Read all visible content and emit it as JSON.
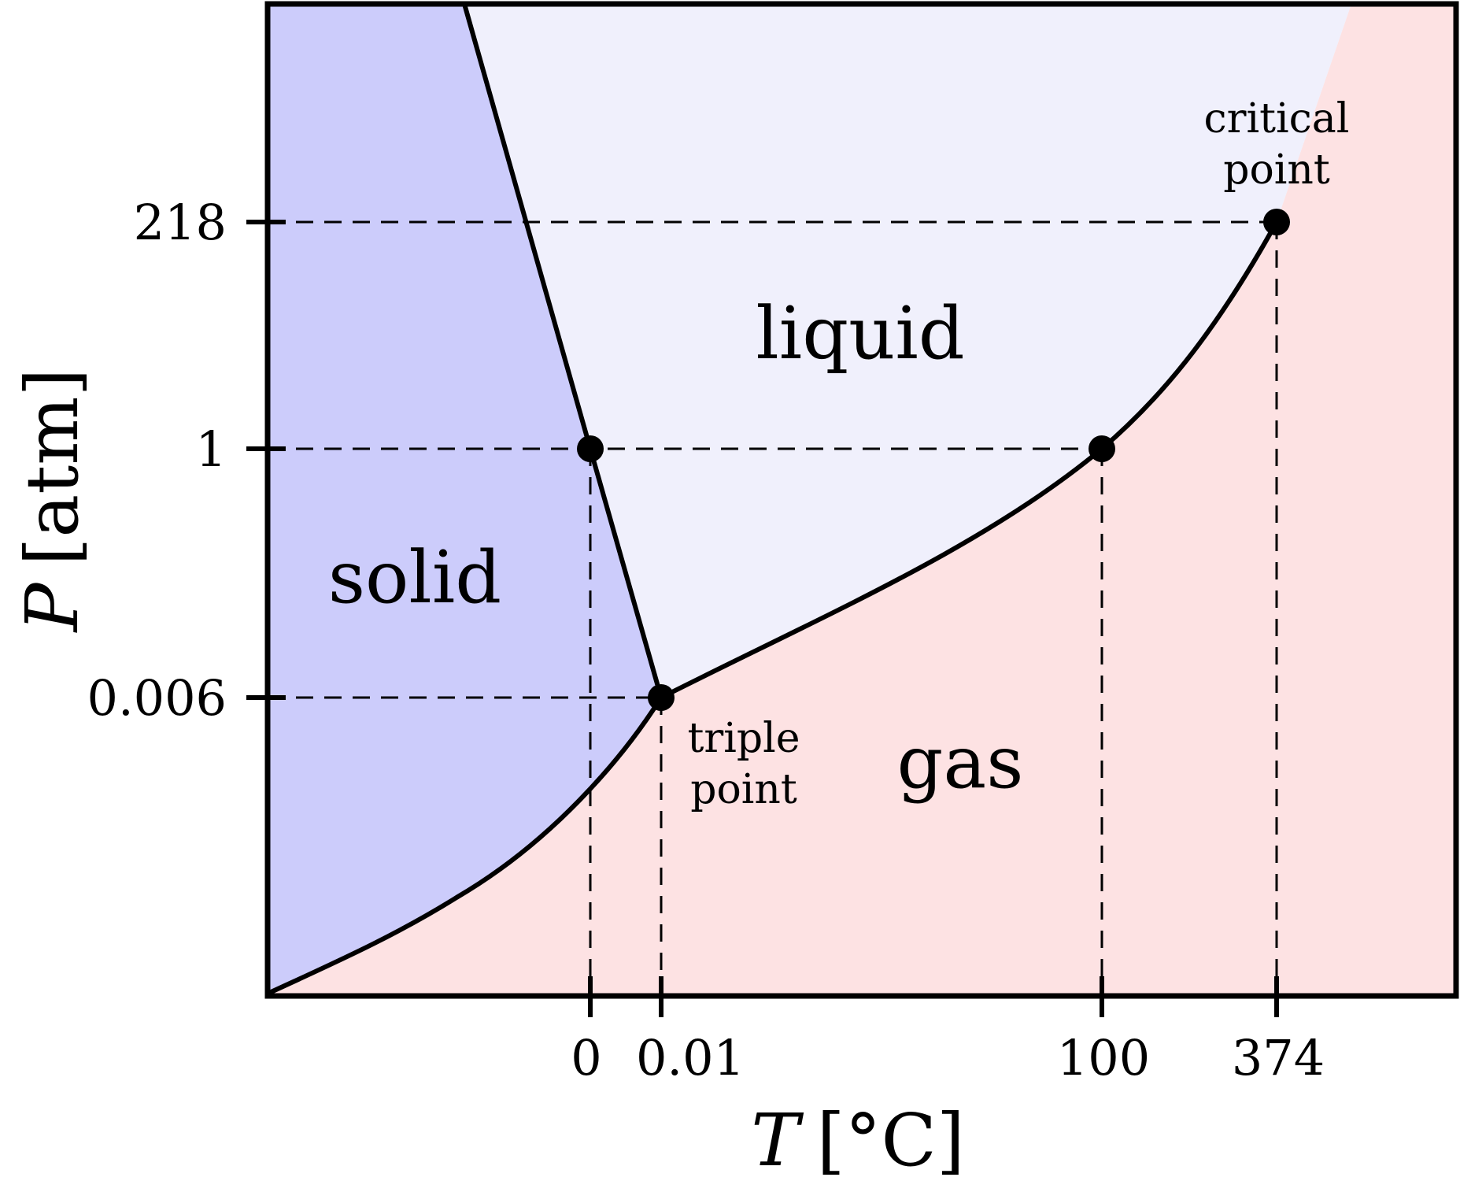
{
  "axes": {
    "x_symbol": "T",
    "x_unit": "[°C]",
    "y_symbol": "P",
    "y_unit": "[atm]",
    "x_ticks": [
      "0",
      "0.01",
      "100",
      "374"
    ],
    "y_ticks": [
      "218",
      "1",
      "0.006"
    ]
  },
  "regions": {
    "solid": "solid",
    "liquid": "liquid",
    "gas": "gas"
  },
  "points": {
    "triple_line1": "triple",
    "triple_line2": "point",
    "critical_line1": "critical",
    "critical_line2": "point"
  },
  "colors": {
    "solid": "#ccccfb",
    "liquid": "#f0f0fc",
    "gas": "#fde2e3",
    "line": "#000000"
  }
}
